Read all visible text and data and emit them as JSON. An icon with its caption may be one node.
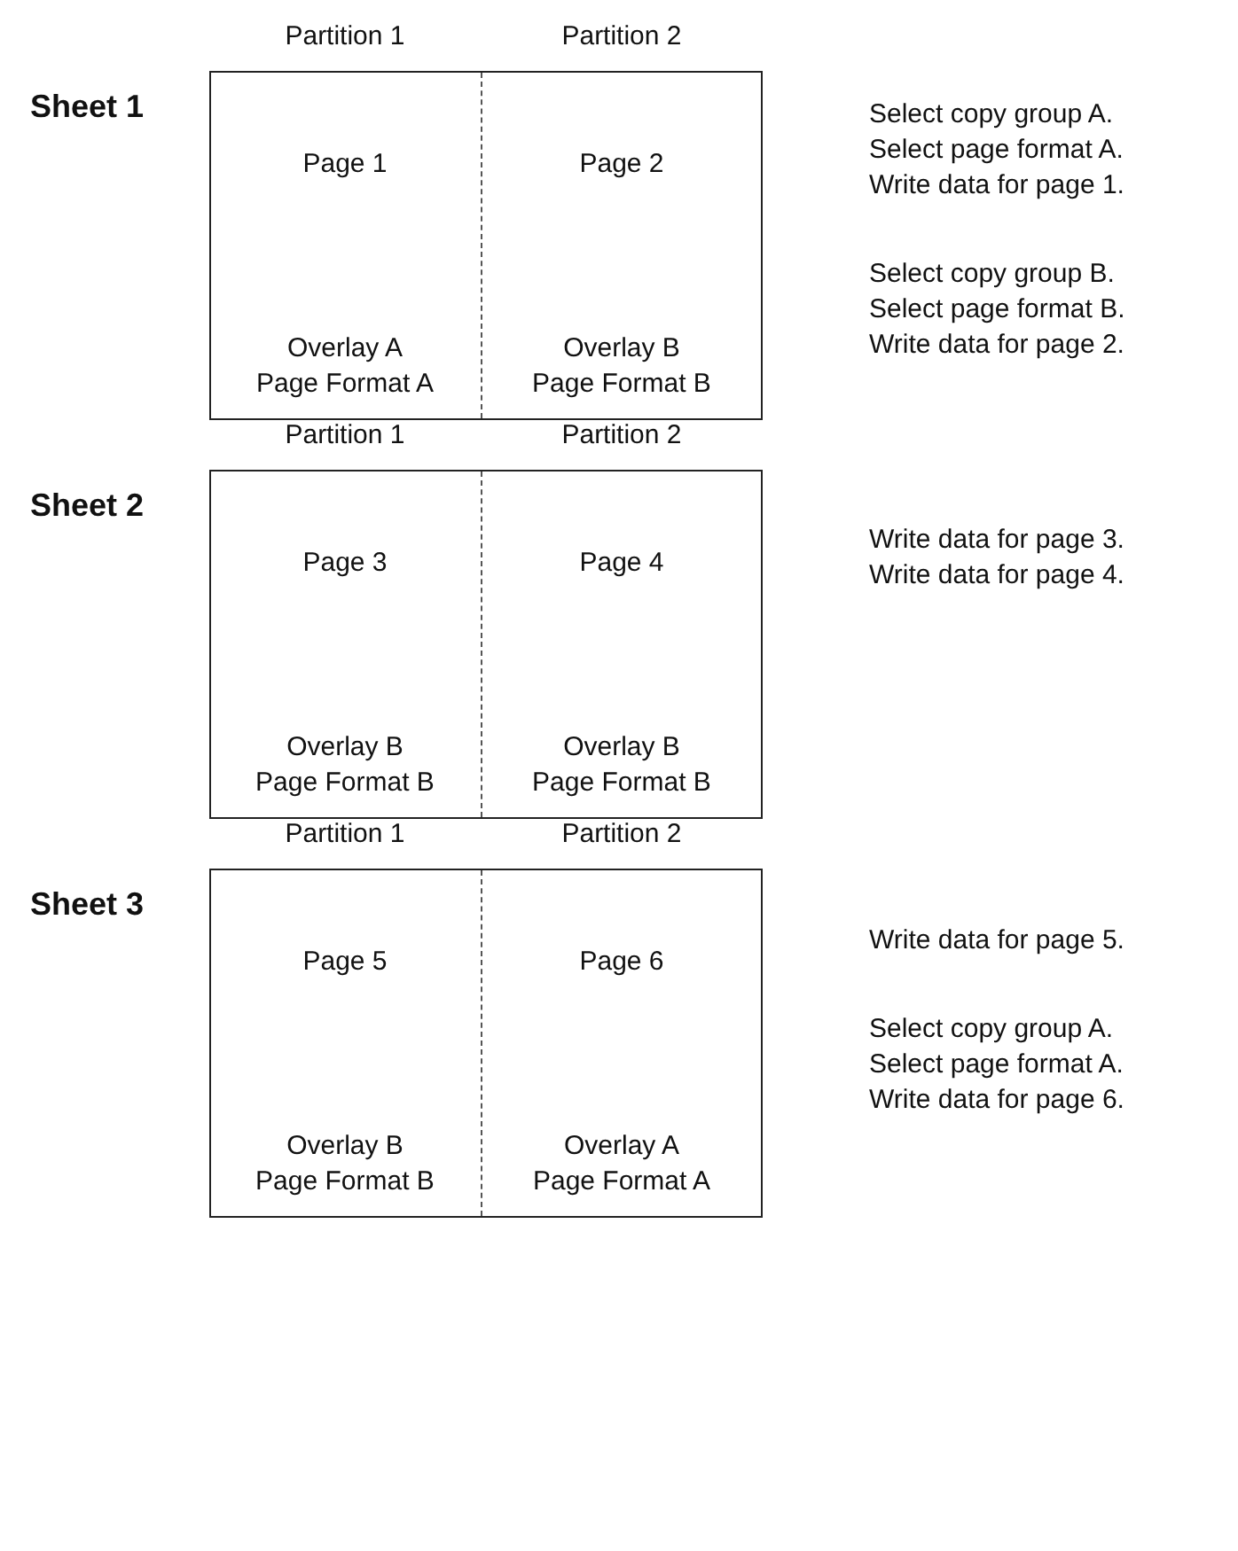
{
  "diagram": {
    "nodes": [
      {
        "text": [
          "Sheet 1"
        ]
      },
      {
        "text": [
          "Partition 1",
          "Page 1",
          "Overlay A",
          "Page Format A"
        ],
        "in": 0
      },
      {
        "text": [
          "Partition 2",
          "Page 2",
          "Overlay B",
          "Page Format B"
        ],
        "in": 0
      },
      {
        "text": [
          "Sheet 2"
        ]
      },
      {
        "text": [
          "Partition 1",
          "Page 3",
          "Overlay B",
          "Page Format B"
        ],
        "in": 3
      },
      {
        "text": [
          "Partition 2",
          "Page 4",
          "Overlay B",
          "Page Format B"
        ],
        "in": 3
      },
      {
        "text": [
          "Sheet 3"
        ]
      },
      {
        "text": [
          "Partition 1",
          "Page 5",
          "Overlay B",
          "Page Format B"
        ],
        "in": 6
      },
      {
        "text": [
          "Partition 2",
          "Page 6",
          "Overlay A",
          "Page Format A"
        ],
        "in": 6
      }
    ],
    "labels": [
      "Select copy group A.",
      "Select page format A.",
      "Write data for page 1.",
      "Select copy group B.",
      "Select page format B.",
      "Write data for page 2.",
      "Write data for page 3.",
      "Write data for page 4.",
      "Write data for page 5.",
      "Select copy group A.",
      "Select page format A.",
      "Write data for page 6."
    ]
  }
}
